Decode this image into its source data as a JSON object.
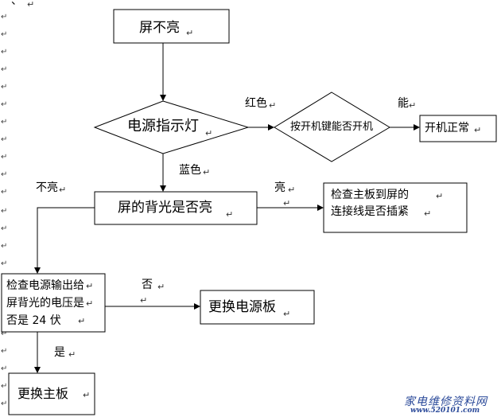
{
  "nodes": {
    "screen_dark": "屏不亮",
    "power_indicator": "电源指示灯",
    "press_power": "按开机键能否开机",
    "boot_normal": "开机正常",
    "backlight_on": "屏的背光是否亮",
    "check_cable_line1": "检查主板到屏的",
    "check_cable_line2": "连接线是否插紧",
    "check_voltage_line1": "检查电源输出给",
    "check_voltage_line2": "屏背光的电压是",
    "check_voltage_line3": "否是 24 伏",
    "replace_power_board": "更换电源板",
    "replace_mainboard": "更换主板"
  },
  "edges": {
    "red": "红色",
    "can": "能",
    "blue": "蓝色",
    "not_lit": "不亮",
    "lit": "亮",
    "no": "否",
    "yes": "是"
  },
  "header_fragment": "一、",
  "paragraph_mark": "↵",
  "watermark": {
    "line1": "家电维修资料网",
    "line2": "www.520101.com"
  }
}
